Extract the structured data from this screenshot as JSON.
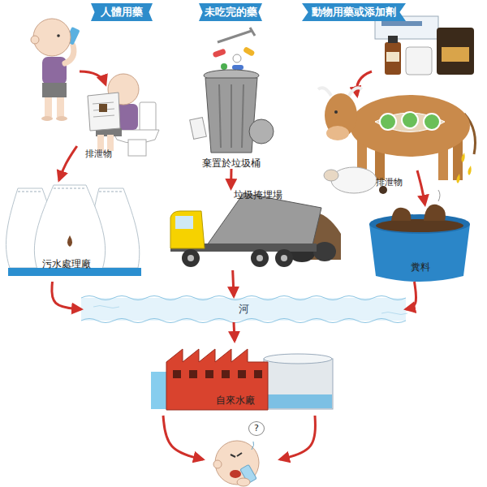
{
  "diagram": {
    "nodes": [
      {
        "text": [
          "人體用藥"
        ]
      },
      {
        "text": [
          "未吃完的藥"
        ]
      },
      {
        "text": [
          "動物用藥或添加劑"
        ]
      },
      {
        "text": [
          "棄置於垃圾桶"
        ]
      },
      {
        "text": [
          "污水處理廠"
        ]
      },
      {
        "text": [
          "垃圾掩埋場"
        ]
      },
      {
        "text": [
          "糞料"
        ]
      },
      {
        "text": [
          "河"
        ]
      },
      {
        "text": [
          "自來水廠"
        ]
      },
      {
        "text": [
          "?"
        ]
      }
    ],
    "edges": [
      {
        "from": 0,
        "to": 4,
        "label": "排泄物",
        "arrow": "to"
      },
      {
        "from": 3,
        "to": 5,
        "arrow": "to"
      },
      {
        "from": 2,
        "to": 6,
        "label": "排泄物",
        "arrow": "to"
      },
      {
        "from": 4,
        "to": 7,
        "arrow": "to"
      },
      {
        "from": 5,
        "to": 7,
        "arrow": "to"
      },
      {
        "from": 6,
        "to": 7,
        "arrow": "to"
      },
      {
        "from": 7,
        "to": 8,
        "arrow": "to"
      },
      {
        "from": 8,
        "to": 9,
        "arrow": "to"
      },
      {
        "from": 8,
        "to": 9,
        "arrow": "to"
      }
    ]
  }
}
